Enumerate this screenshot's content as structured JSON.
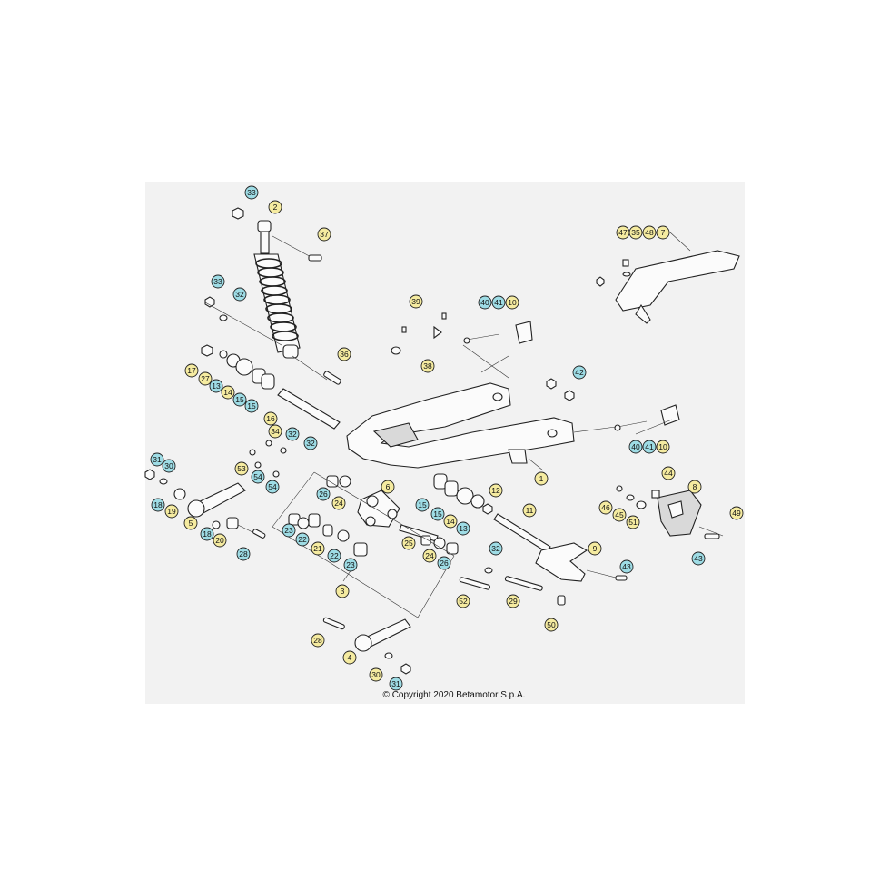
{
  "copyright": "© Copyright 2020 Betamotor S.p.A.",
  "colors": {
    "background": "#f2f2f2",
    "callout_yellow": "#f5eba0",
    "callout_cyan": "#9edce5"
  },
  "callouts": [
    {
      "label": "33",
      "style": "cyan"
    },
    {
      "label": "2",
      "style": "yellow"
    },
    {
      "label": "37",
      "style": "yellow"
    },
    {
      "label": "33",
      "style": "cyan"
    },
    {
      "label": "32",
      "style": "cyan"
    },
    {
      "label": "36",
      "style": "yellow"
    },
    {
      "label": "17",
      "style": "yellow"
    },
    {
      "label": "27",
      "style": "yellow"
    },
    {
      "label": "13",
      "style": "cyan"
    },
    {
      "label": "14",
      "style": "yellow"
    },
    {
      "label": "15",
      "style": "cyan"
    },
    {
      "label": "15",
      "style": "cyan"
    },
    {
      "label": "16",
      "style": "yellow"
    },
    {
      "label": "34",
      "style": "yellow"
    },
    {
      "label": "32",
      "style": "cyan"
    },
    {
      "label": "32",
      "style": "cyan"
    },
    {
      "label": "53",
      "style": "yellow"
    },
    {
      "label": "54",
      "style": "cyan"
    },
    {
      "label": "54",
      "style": "cyan"
    },
    {
      "label": "31",
      "style": "cyan"
    },
    {
      "label": "30",
      "style": "cyan"
    },
    {
      "label": "18",
      "style": "cyan"
    },
    {
      "label": "19",
      "style": "yellow"
    },
    {
      "label": "5",
      "style": "yellow"
    },
    {
      "label": "18",
      "style": "cyan"
    },
    {
      "label": "20",
      "style": "yellow"
    },
    {
      "label": "28",
      "style": "cyan"
    },
    {
      "label": "39",
      "style": "yellow"
    },
    {
      "label": "38",
      "style": "yellow"
    },
    {
      "label": "40",
      "style": "cyan"
    },
    {
      "label": "41",
      "style": "cyan"
    },
    {
      "label": "10",
      "style": "yellow"
    },
    {
      "label": "42",
      "style": "cyan"
    },
    {
      "label": "47",
      "style": "yellow"
    },
    {
      "label": "35",
      "style": "yellow"
    },
    {
      "label": "48",
      "style": "yellow"
    },
    {
      "label": "7",
      "style": "yellow"
    },
    {
      "label": "40",
      "style": "cyan"
    },
    {
      "label": "41",
      "style": "cyan"
    },
    {
      "label": "10",
      "style": "yellow"
    },
    {
      "label": "1",
      "style": "yellow"
    },
    {
      "label": "26",
      "style": "cyan"
    },
    {
      "label": "24",
      "style": "yellow"
    },
    {
      "label": "6",
      "style": "yellow"
    },
    {
      "label": "15",
      "style": "cyan"
    },
    {
      "label": "15",
      "style": "cyan"
    },
    {
      "label": "14",
      "style": "yellow"
    },
    {
      "label": "13",
      "style": "cyan"
    },
    {
      "label": "12",
      "style": "yellow"
    },
    {
      "label": "11",
      "style": "yellow"
    },
    {
      "label": "23",
      "style": "cyan"
    },
    {
      "label": "22",
      "style": "cyan"
    },
    {
      "label": "21",
      "style": "yellow"
    },
    {
      "label": "22",
      "style": "cyan"
    },
    {
      "label": "23",
      "style": "cyan"
    },
    {
      "label": "25",
      "style": "yellow"
    },
    {
      "label": "24",
      "style": "yellow"
    },
    {
      "label": "26",
      "style": "cyan"
    },
    {
      "label": "32",
      "style": "cyan"
    },
    {
      "label": "3",
      "style": "yellow"
    },
    {
      "label": "52",
      "style": "yellow"
    },
    {
      "label": "29",
      "style": "yellow"
    },
    {
      "label": "9",
      "style": "yellow"
    },
    {
      "label": "43",
      "style": "cyan"
    },
    {
      "label": "50",
      "style": "yellow"
    },
    {
      "label": "44",
      "style": "yellow"
    },
    {
      "label": "8",
      "style": "yellow"
    },
    {
      "label": "46",
      "style": "yellow"
    },
    {
      "label": "45",
      "style": "yellow"
    },
    {
      "label": "51",
      "style": "yellow"
    },
    {
      "label": "49",
      "style": "yellow"
    },
    {
      "label": "43",
      "style": "cyan"
    },
    {
      "label": "28",
      "style": "yellow"
    },
    {
      "label": "4",
      "style": "yellow"
    },
    {
      "label": "30",
      "style": "yellow"
    },
    {
      "label": "31",
      "style": "cyan"
    }
  ]
}
